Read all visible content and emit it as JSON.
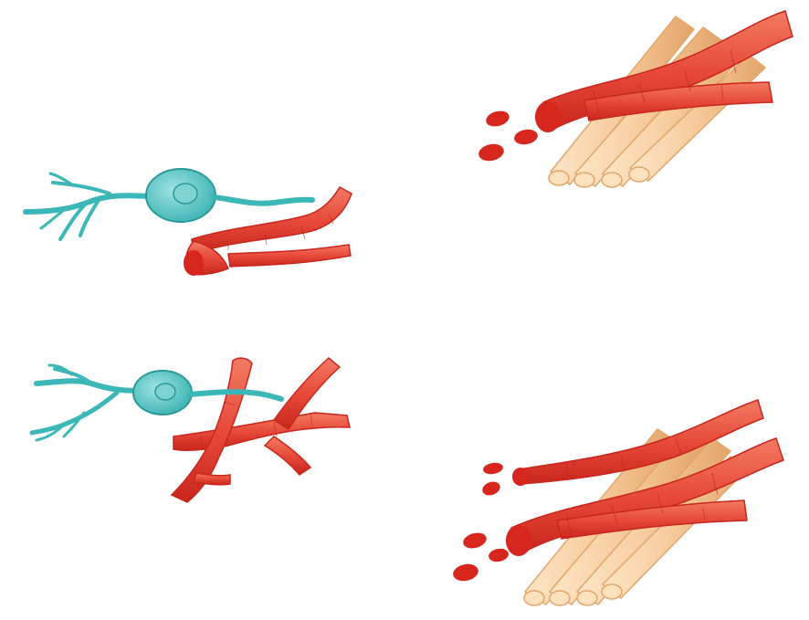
{
  "colors": {
    "background": "#ffffff",
    "neuron": "#3cb7b7",
    "neuron_light": "#8edede",
    "neuron_dark": "#2a9a9a",
    "vessel": "#e74a3a",
    "vessel_light": "#f47a62",
    "vessel_dark": "#c9261d",
    "blood_cell": "#d7261e",
    "fiber": "#f6c999",
    "fiber_edge": "#e3a56a"
  },
  "panels": [
    {
      "id": "top-left",
      "components": [
        "neuron",
        "blood-vessel"
      ]
    },
    {
      "id": "top-right",
      "components": [
        "blood-vessel",
        "muscle-fibers",
        "blood-cells"
      ]
    },
    {
      "id": "bottom-left",
      "components": [
        "neuron",
        "branching-blood-vessels"
      ]
    },
    {
      "id": "bottom-right",
      "components": [
        "blood-vessels",
        "muscle-fibers",
        "blood-cells"
      ]
    }
  ]
}
